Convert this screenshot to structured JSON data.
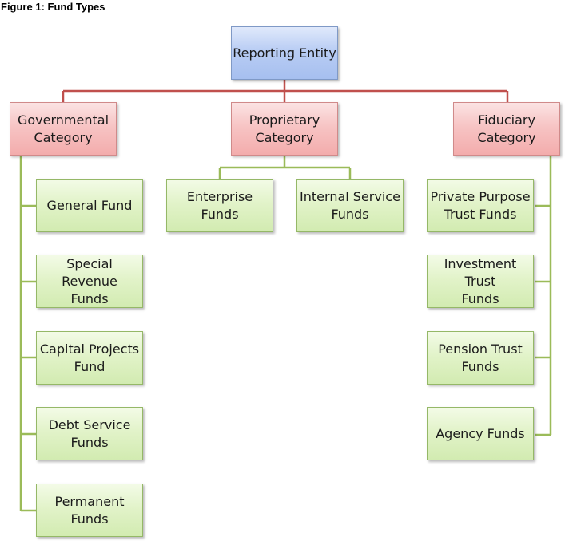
{
  "figure": {
    "title": "Figure 1: Fund Types"
  },
  "colors": {
    "root_fill": "#b9cdf4",
    "category_fill": "#f7c4c4",
    "fund_fill": "#e2f3c9",
    "root_connector": "#c0504d",
    "fund_connector": "#9bbb59"
  },
  "root": {
    "label": "Reporting Entity"
  },
  "categories": [
    {
      "label": "Governmental\nCategory",
      "funds": [
        {
          "label": "General Fund"
        },
        {
          "label": "Special Revenue\nFunds"
        },
        {
          "label": "Capital Projects\nFund"
        },
        {
          "label": "Debt Service\nFunds"
        },
        {
          "label": "Permanent\nFunds"
        }
      ]
    },
    {
      "label": "Proprietary\nCategory",
      "funds": [
        {
          "label": "Enterprise\nFunds"
        },
        {
          "label": "Internal Service\nFunds"
        }
      ]
    },
    {
      "label": "Fiduciary\nCategory",
      "funds": [
        {
          "label": "Private Purpose\nTrust Funds"
        },
        {
          "label": "Investment Trust\nFunds"
        },
        {
          "label": "Pension Trust\nFunds"
        },
        {
          "label": "Agency Funds"
        }
      ]
    }
  ]
}
